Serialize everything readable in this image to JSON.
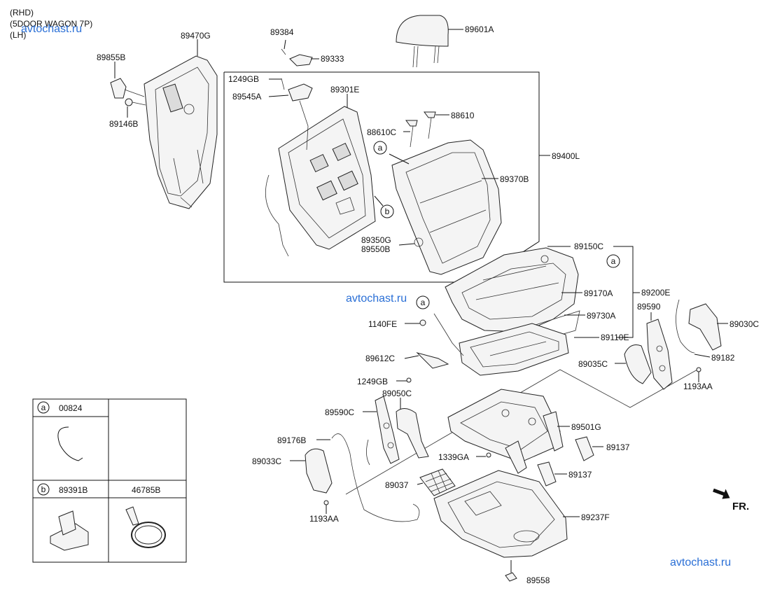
{
  "header": {
    "lines": [
      "(RHD)",
      "(5DOOR WAGON 7P)",
      "(LH)"
    ]
  },
  "watermark": {
    "text": "avtochast.ru",
    "color": "#2a6fd6"
  },
  "orientation": {
    "label": "FR."
  },
  "labels": {
    "p89384": "89384",
    "p89333": "89333",
    "p89601A": "89601A",
    "p89470G": "89470G",
    "p89855B": "89855B",
    "p89146B": "89146B",
    "p1249GB_top": "1249GB",
    "p89545A": "89545A",
    "p89301E": "89301E",
    "p88610": "88610",
    "p88610C": "88610C",
    "p89400L": "89400L",
    "p89370B": "89370B",
    "p89350G": "89350G",
    "p89550B": "89550B",
    "p89150C": "89150C",
    "p89170A": "89170A",
    "p89200E": "89200E",
    "p89730A": "89730A",
    "p89110E": "89110E",
    "p1140FE": "1140FE",
    "p89612C": "89612C",
    "p1249GB_low": "1249GB",
    "p89590": "89590",
    "p89030C": "89030C",
    "p89035C": "89035C",
    "p89182": "89182",
    "p1193AA_r": "1193AA",
    "p89050C": "89050C",
    "p89590C": "89590C",
    "p89501G": "89501G",
    "p89176B": "89176B",
    "p89137_a": "89137",
    "p89137_b": "89137",
    "p1339GA": "1339GA",
    "p89033C": "89033C",
    "p89037": "89037",
    "p1193AA_l": "1193AA",
    "p89237F": "89237F",
    "p89558": "89558"
  },
  "callouts": {
    "a": "a",
    "b": "b"
  },
  "inset": {
    "a": {
      "letter": "a",
      "part": "00824"
    },
    "b": {
      "letter": "b",
      "part": "89391B"
    },
    "c": {
      "part": "46785B"
    }
  }
}
